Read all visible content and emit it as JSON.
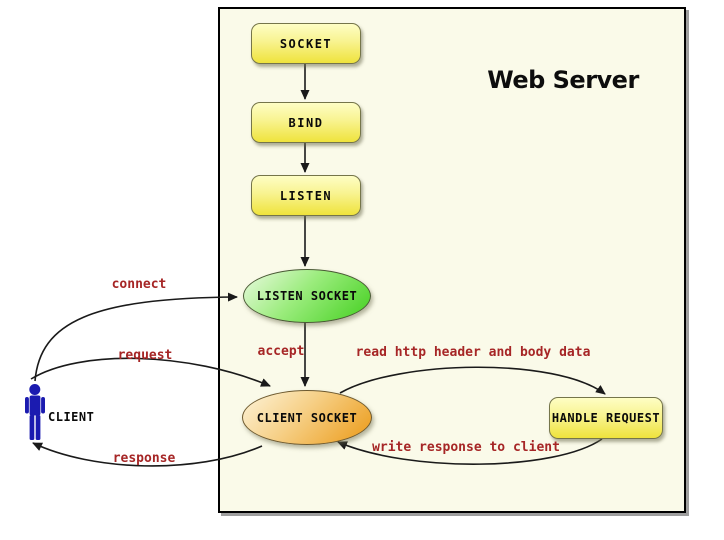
{
  "diagram": {
    "title": "Web Server",
    "client_label": "CLIENT",
    "nodes": [
      {
        "id": "socket",
        "label": "SOCKET",
        "shape": "rounded-rect",
        "fill": "#efe33c"
      },
      {
        "id": "bind",
        "label": "BIND",
        "shape": "rounded-rect",
        "fill": "#efe33c"
      },
      {
        "id": "listen",
        "label": "LISTEN",
        "shape": "rounded-rect",
        "fill": "#efe33c"
      },
      {
        "id": "listen_socket",
        "label": "LISTEN SOCKET",
        "shape": "ellipse",
        "fill": "#53d530"
      },
      {
        "id": "client_socket",
        "label": "CLIENT SOCKET",
        "shape": "ellipse",
        "fill": "#eda32a"
      },
      {
        "id": "handle_request",
        "label": "HANDLE REQUEST",
        "shape": "rounded-rect",
        "fill": "#efe33c"
      }
    ],
    "edges": [
      {
        "id": "socket_to_bind",
        "label": "",
        "from": "socket",
        "to": "bind"
      },
      {
        "id": "bind_to_listen",
        "label": "",
        "from": "bind",
        "to": "listen"
      },
      {
        "id": "listen_to_listen_socket",
        "label": "",
        "from": "listen",
        "to": "listen_socket"
      },
      {
        "id": "accept",
        "label": "accept",
        "from": "listen_socket",
        "to": "client_socket"
      },
      {
        "id": "connect",
        "label": "connect",
        "from": "client",
        "to": "listen_socket"
      },
      {
        "id": "request",
        "label": "request",
        "from": "client",
        "to": "client_socket"
      },
      {
        "id": "response",
        "label": "response",
        "from": "client_socket",
        "to": "client"
      },
      {
        "id": "read",
        "label": "read http header and body data",
        "from": "client_socket",
        "to": "handle_request"
      },
      {
        "id": "write",
        "label": "write response to client",
        "from": "handle_request",
        "to": "client_socket"
      }
    ],
    "colors": {
      "canvas_bg": "#ffffff",
      "server_box_bg": "#fafae9",
      "server_box_border": "#000000",
      "node_yellow_top": "#fefec4",
      "node_yellow_bottom": "#efe33c",
      "node_border": "#75754a",
      "ellipse_green_light": "#eafae0",
      "ellipse_green": "#53d530",
      "ellipse_orange_light": "#fdf4da",
      "ellipse_orange": "#eda32a",
      "edge_label_color": "#a62626",
      "arrow_color": "#1a1a1a",
      "client_figure_color": "#1b1bb0"
    }
  }
}
